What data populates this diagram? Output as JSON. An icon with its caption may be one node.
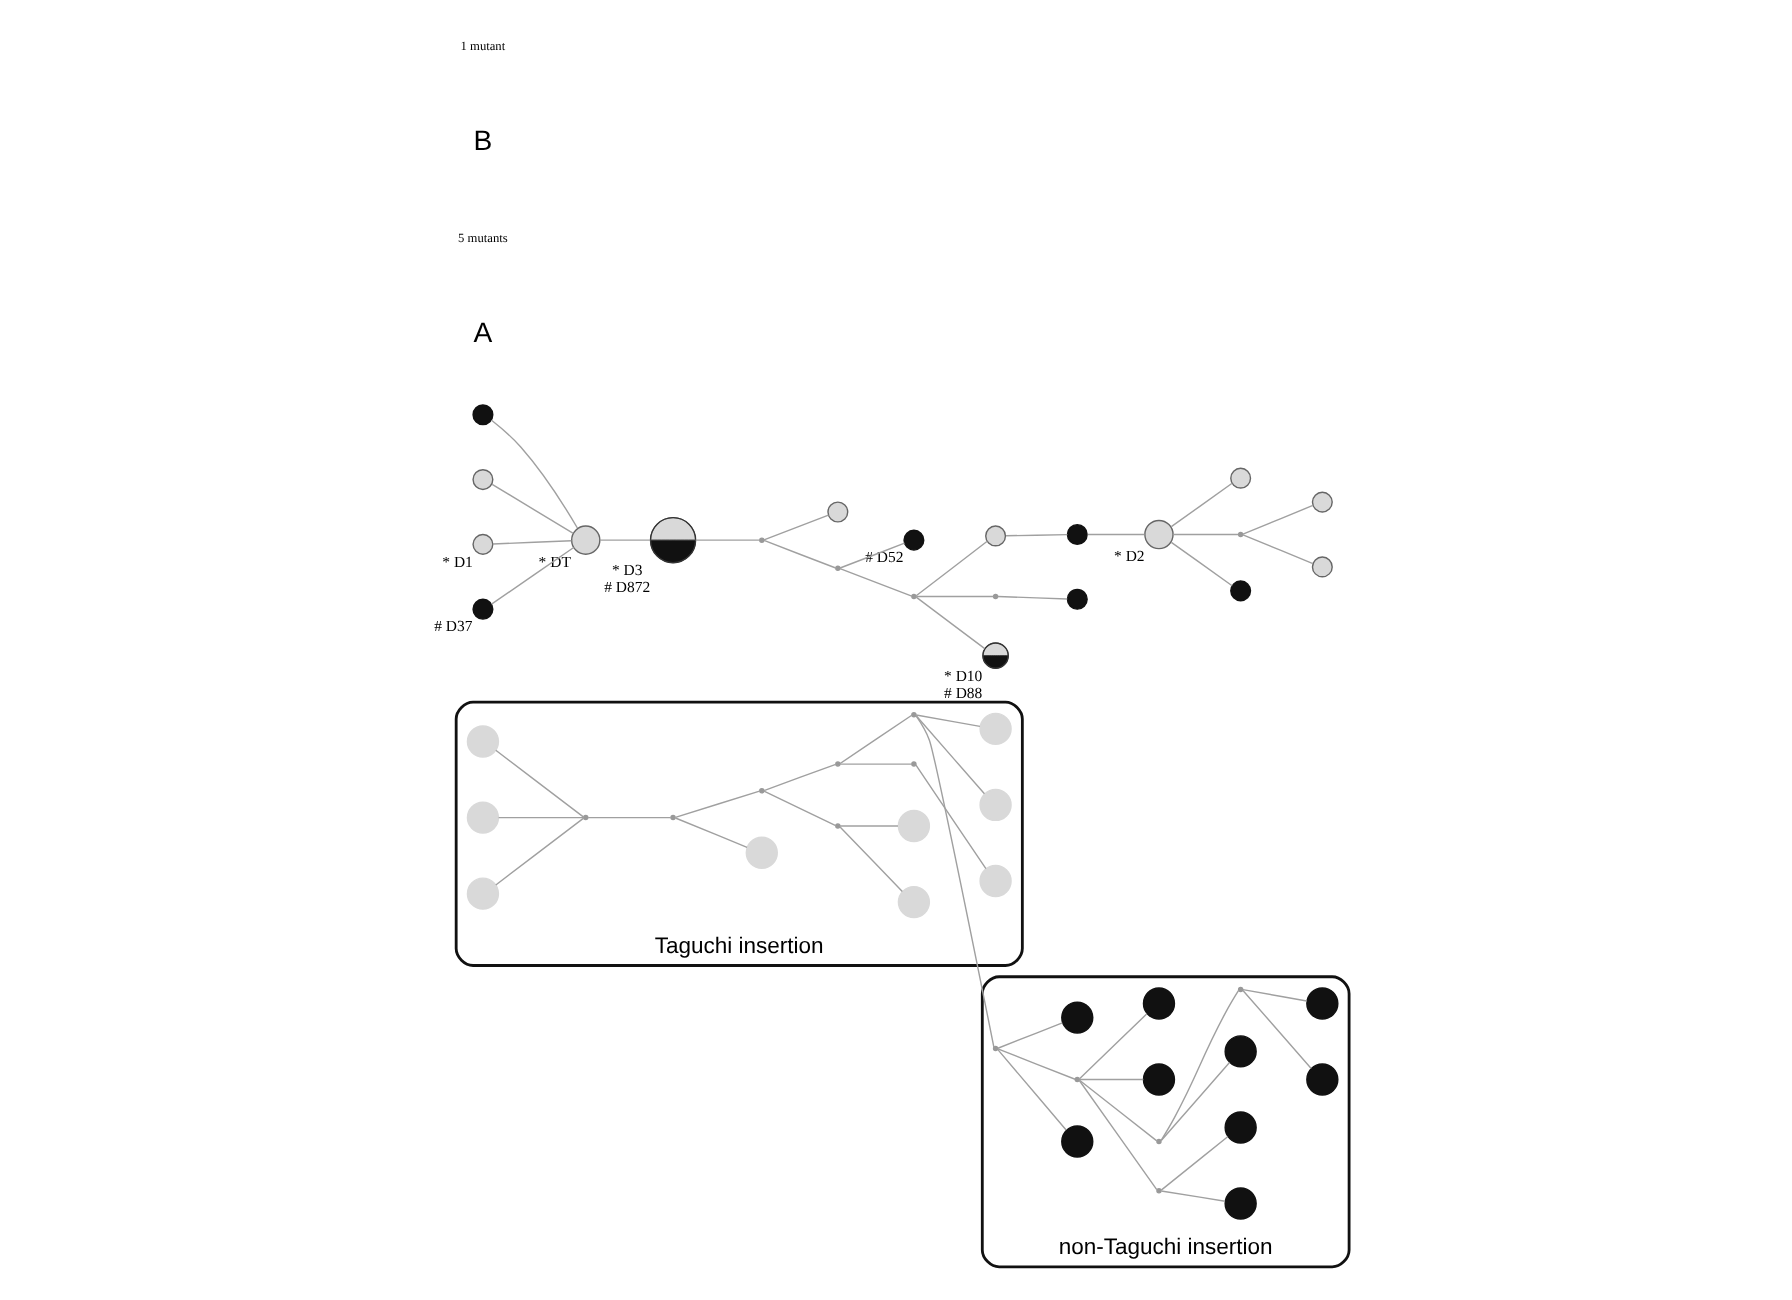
{
  "diagram": {
    "nodes": [
      {
        "text": [
          "Taguchi insertion"
        ]
      },
      {
        "text": [
          "non-Taguchi insertion"
        ]
      },
      {
        "text": [],
        "shape": "circle",
        "in": 0
      },
      {
        "text": [],
        "shape": "circle",
        "in": 0
      },
      {
        "text": [],
        "shape": "circle",
        "in": 0
      },
      {
        "text": [],
        "shape": "circle",
        "in": 0
      },
      {
        "text": [],
        "shape": "circle",
        "in": 0
      },
      {
        "text": [],
        "shape": "circle",
        "in": 0
      },
      {
        "text": [],
        "shape": "circle",
        "in": 0
      },
      {
        "text": [],
        "shape": "circle",
        "in": 0
      },
      {
        "text": [],
        "shape": "circle",
        "in": 0
      },
      {
        "text": [],
        "shape": "point",
        "in": 0
      },
      {
        "text": [],
        "shape": "point",
        "in": 0
      },
      {
        "text": [],
        "shape": "point",
        "in": 0
      },
      {
        "text": [],
        "shape": "point",
        "in": 0
      },
      {
        "text": [],
        "shape": "point",
        "in": 0
      },
      {
        "text": [],
        "shape": "point",
        "in": 0
      },
      {
        "text": [],
        "shape": "point",
        "in": 0
      },
      {
        "text": [],
        "shape": "circle",
        "in": 1
      },
      {
        "text": [],
        "shape": "circle",
        "in": 1
      },
      {
        "text": [],
        "shape": "circle",
        "in": 1
      },
      {
        "text": [],
        "shape": "circle",
        "in": 1
      },
      {
        "text": [],
        "shape": "circle",
        "in": 1
      },
      {
        "text": [],
        "shape": "circle",
        "in": 1
      },
      {
        "text": [],
        "shape": "circle",
        "in": 1
      },
      {
        "text": [],
        "shape": "circle",
        "in": 1
      },
      {
        "text": [],
        "shape": "circle",
        "in": 1
      },
      {
        "text": [],
        "shape": "point",
        "in": 1
      },
      {
        "text": [],
        "shape": "point",
        "in": 1
      },
      {
        "text": [],
        "shape": "point",
        "in": 1
      },
      {
        "text": [],
        "shape": "point",
        "in": 1
      },
      {
        "text": [],
        "shape": "point",
        "in": 1
      },
      {
        "text": [],
        "shape": "circle",
        "beside": [
          "* D1"
        ]
      },
      {
        "text": [],
        "shape": "circle",
        "beside": [
          "# D37"
        ]
      },
      {
        "text": [],
        "shape": "circle"
      },
      {
        "text": [],
        "shape": "circle"
      },
      {
        "text": [],
        "shape": "circle",
        "beside": [
          "* DT"
        ]
      },
      {
        "text": [],
        "shape": "circle",
        "beside": [
          "* D3",
          "# D872"
        ]
      },
      {
        "text": [],
        "shape": "circle"
      },
      {
        "text": [],
        "shape": "circle",
        "beside": [
          "* D10",
          "# D88"
        ]
      },
      {
        "text": [],
        "shape": "circle",
        "beside": [
          "# D52"
        ]
      },
      {
        "text": [],
        "shape": "circle"
      },
      {
        "text": [],
        "shape": "circle",
        "beside": [
          "* D2"
        ]
      },
      {
        "text": [],
        "shape": "circle"
      },
      {
        "text": [],
        "shape": "circle"
      },
      {
        "text": [],
        "shape": "circle"
      },
      {
        "text": [],
        "shape": "circle"
      },
      {
        "text": [],
        "shape": "circle"
      },
      {
        "text": [],
        "shape": "circle"
      },
      {
        "text": [],
        "shape": "point"
      },
      {
        "text": [],
        "shape": "point"
      },
      {
        "text": [],
        "shape": "point"
      },
      {
        "text": [],
        "shape": "point"
      },
      {
        "text": [],
        "shape": "point"
      }
    ],
    "edges": [
      {
        "from": 4,
        "to": 11,
        "arrow": "none"
      },
      {
        "from": 5,
        "to": 11,
        "arrow": "none"
      },
      {
        "from": 6,
        "to": 11,
        "arrow": "none"
      },
      {
        "from": 11,
        "to": 12,
        "arrow": "none"
      },
      {
        "from": 12,
        "to": 7,
        "arrow": "none"
      },
      {
        "from": 12,
        "to": 13,
        "arrow": "none"
      },
      {
        "from": 13,
        "to": 14,
        "arrow": "none"
      },
      {
        "from": 14,
        "to": 2,
        "arrow": "none"
      },
      {
        "from": 14,
        "to": 8,
        "arrow": "none"
      },
      {
        "from": 13,
        "to": 15,
        "arrow": "none"
      },
      {
        "from": 15,
        "to": 16,
        "arrow": "none"
      },
      {
        "from": 16,
        "to": 3,
        "arrow": "none"
      },
      {
        "from": 15,
        "to": 17,
        "arrow": "none"
      },
      {
        "from": 17,
        "to": 9,
        "arrow": "none"
      },
      {
        "from": 17,
        "to": 10,
        "arrow": "none"
      },
      {
        "from": 17,
        "to": 27,
        "arrow": "none"
      },
      {
        "from": 27,
        "to": 18,
        "arrow": "none"
      },
      {
        "from": 27,
        "to": 19,
        "arrow": "none"
      },
      {
        "from": 27,
        "to": 28,
        "arrow": "none"
      },
      {
        "from": 28,
        "to": 20,
        "arrow": "none"
      },
      {
        "from": 28,
        "to": 29,
        "arrow": "none"
      },
      {
        "from": 29,
        "to": 21,
        "arrow": "none"
      },
      {
        "from": 29,
        "to": 22,
        "arrow": "none"
      },
      {
        "from": 28,
        "to": 23,
        "arrow": "none"
      },
      {
        "from": 28,
        "to": 30,
        "arrow": "none"
      },
      {
        "from": 30,
        "to": 24,
        "arrow": "none"
      },
      {
        "from": 30,
        "to": 31,
        "arrow": "none"
      },
      {
        "from": 31,
        "to": 25,
        "arrow": "none"
      },
      {
        "from": 31,
        "to": 26,
        "arrow": "none"
      },
      {
        "from": 32,
        "to": 36,
        "arrow": "none"
      },
      {
        "from": 33,
        "to": 36,
        "arrow": "none"
      },
      {
        "from": 34,
        "to": 36,
        "arrow": "none"
      },
      {
        "from": 35,
        "to": 36,
        "arrow": "none"
      },
      {
        "from": 36,
        "to": 37,
        "arrow": "none"
      },
      {
        "from": 37,
        "to": 49,
        "arrow": "none"
      },
      {
        "from": 49,
        "to": 38,
        "arrow": "none"
      },
      {
        "from": 49,
        "to": 50,
        "arrow": "none"
      },
      {
        "from": 50,
        "to": 40,
        "arrow": "none"
      },
      {
        "from": 50,
        "to": 51,
        "arrow": "none"
      },
      {
        "from": 51,
        "to": 39,
        "arrow": "none"
      },
      {
        "from": 51,
        "to": 52,
        "arrow": "none"
      },
      {
        "from": 52,
        "to": 46,
        "arrow": "none"
      },
      {
        "from": 51,
        "to": 44,
        "arrow": "none"
      },
      {
        "from": 44,
        "to": 43,
        "arrow": "none"
      },
      {
        "from": 43,
        "to": 42,
        "arrow": "none"
      },
      {
        "from": 42,
        "to": 41,
        "arrow": "none"
      },
      {
        "from": 42,
        "to": 45,
        "arrow": "none"
      },
      {
        "from": 42,
        "to": 53,
        "arrow": "none"
      },
      {
        "from": 53,
        "to": 47,
        "arrow": "none"
      },
      {
        "from": 53,
        "to": 48,
        "arrow": "none"
      }
    ],
    "labels": [
      "A",
      "5 mutants",
      "B",
      "1 mutant"
    ]
  }
}
